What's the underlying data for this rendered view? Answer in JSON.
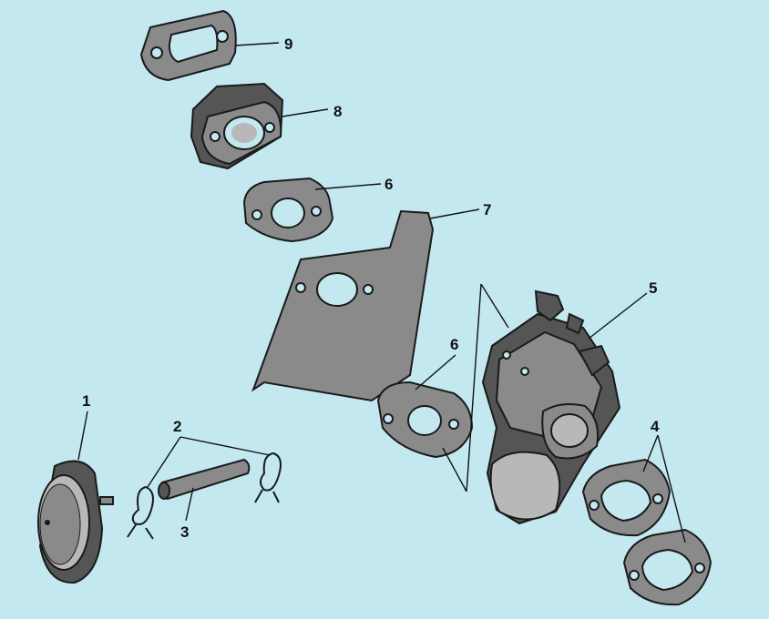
{
  "diagram": {
    "background": "#c3e8f0",
    "part_color": "#8a8a8a",
    "callouts": [
      {
        "id": "1",
        "text": "1"
      },
      {
        "id": "2",
        "text": "2"
      },
      {
        "id": "3",
        "text": "3"
      },
      {
        "id": "4",
        "text": "4"
      },
      {
        "id": "5",
        "text": "5"
      },
      {
        "id": "6a",
        "text": "6"
      },
      {
        "id": "6b",
        "text": "6"
      },
      {
        "id": "7",
        "text": "7"
      },
      {
        "id": "8",
        "text": "8"
      },
      {
        "id": "9",
        "text": "9"
      }
    ]
  }
}
